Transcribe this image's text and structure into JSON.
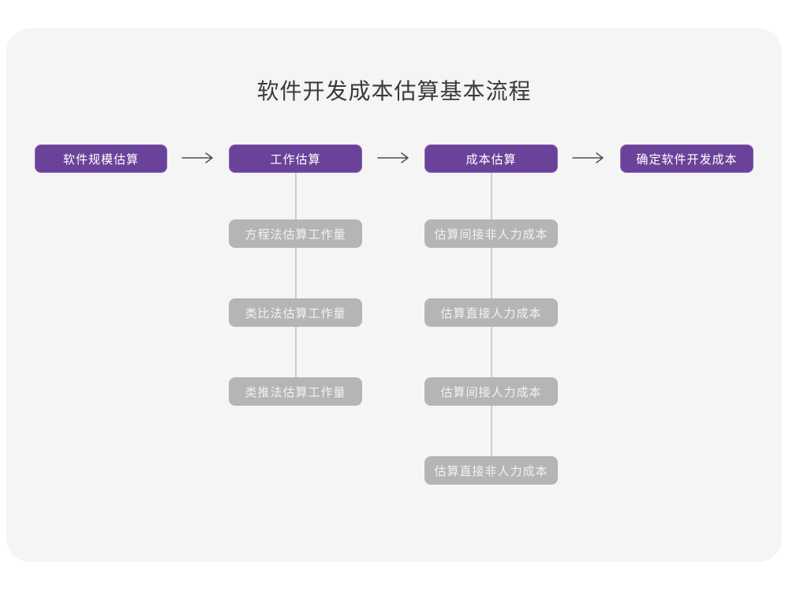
{
  "page": {
    "title": "软件开发成本估算基本流程"
  },
  "colors": {
    "accent_purple": "#6b4299",
    "gray_node": "#b5b5b5",
    "card_background": "#f5f5f6",
    "connector_line": "#cccccc",
    "arrow": "#4f4f4f",
    "title_text": "#3a3a3a"
  },
  "flow": {
    "main_steps": [
      {
        "label": "软件规模估算"
      },
      {
        "label": "工作估算"
      },
      {
        "label": "成本估算"
      },
      {
        "label": "确定软件开发成本"
      }
    ],
    "work_estimation_methods": [
      "方程法估算工作量",
      "类比法估算工作量",
      "类推法估算工作量"
    ],
    "cost_estimation_items": [
      "估算间接非人力成本",
      "估算直接人力成本",
      "估算间接人力成本",
      "估算直接非人力成本"
    ]
  }
}
